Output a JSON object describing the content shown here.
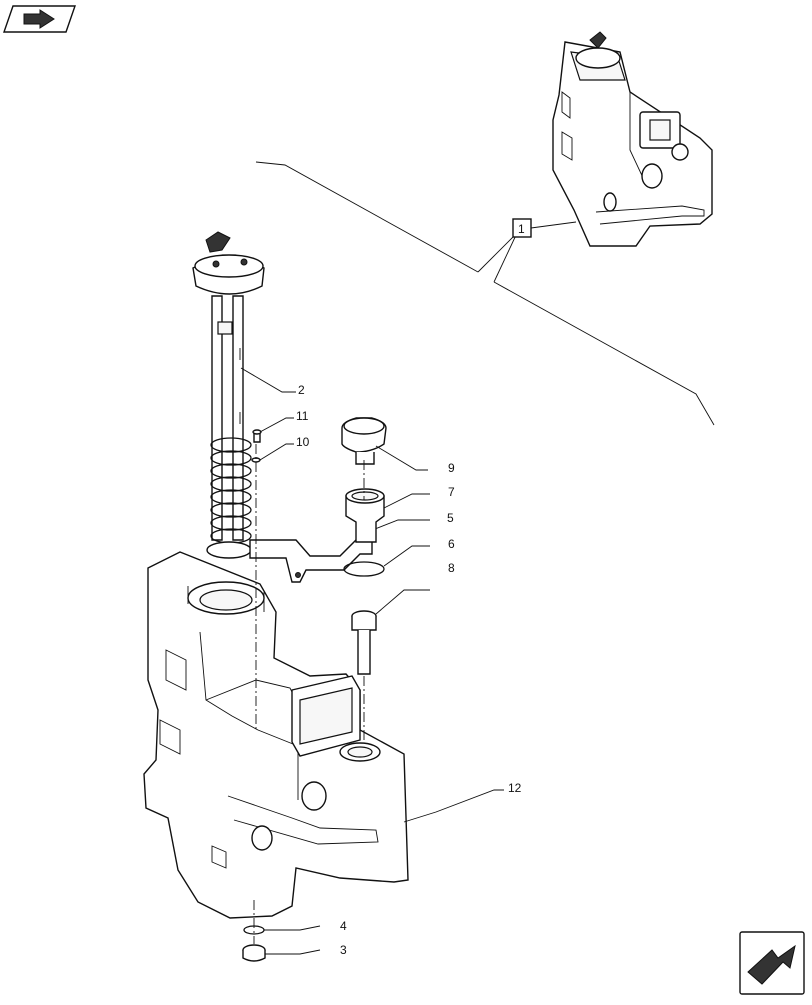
{
  "callouts": [
    {
      "id": "1",
      "text": "1",
      "boxed": true
    },
    {
      "id": "2",
      "text": "2"
    },
    {
      "id": "3",
      "text": "3"
    },
    {
      "id": "4",
      "text": "4"
    },
    {
      "id": "5",
      "text": "5"
    },
    {
      "id": "6",
      "text": "6"
    },
    {
      "id": "7",
      "text": "7"
    },
    {
      "id": "8",
      "text": "8"
    },
    {
      "id": "9",
      "text": "9"
    },
    {
      "id": "10",
      "text": "10"
    },
    {
      "id": "11",
      "text": "11"
    },
    {
      "id": "12",
      "text": "12"
    }
  ],
  "icons": {
    "top_left": "arrow-forward-icon",
    "bottom_right": "next-page-arrow-icon"
  }
}
